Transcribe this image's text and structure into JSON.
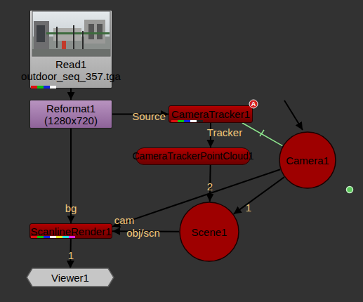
{
  "diagram": {
    "nodes": [
      {
        "text": [
          "Read1",
          "outdoor_seq_357.tga"
        ]
      },
      {
        "text": [
          "Reformat1",
          "(1280x720)"
        ]
      },
      {
        "text": [
          "CameraTracker1"
        ]
      },
      {
        "text": [
          "CameraTrackerPointCloud1"
        ]
      },
      {
        "text": [
          "Camera1"
        ]
      },
      {
        "text": [
          "ScanlineRender1"
        ]
      },
      {
        "text": [
          "Scene1"
        ]
      },
      {
        "text": [
          "Viewer1"
        ]
      }
    ],
    "edges": [
      {
        "from": 0,
        "to": 1,
        "arrow": "to"
      },
      {
        "from": 1,
        "to": 2,
        "label": "Source",
        "arrow": "to"
      },
      {
        "from": 2,
        "to": 3,
        "label": "Tracker",
        "arrow": "to"
      },
      {
        "from": 2,
        "to": 4,
        "arrow": "none"
      },
      {
        "from": 1,
        "to": 5,
        "label": "bg",
        "arrow": "to"
      },
      {
        "from": 3,
        "to": 6,
        "label": "2",
        "arrow": "to"
      },
      {
        "from": 4,
        "to": 6,
        "label": "1",
        "arrow": "to"
      },
      {
        "from": 4,
        "to": 5,
        "label": "cam",
        "arrow": "to"
      },
      {
        "from": 6,
        "to": 5,
        "label": "obj/scn",
        "arrow": "to"
      },
      {
        "from": 5,
        "to": 7,
        "label": "1",
        "arrow": "to"
      }
    ],
    "labels": [
      "A"
    ]
  }
}
